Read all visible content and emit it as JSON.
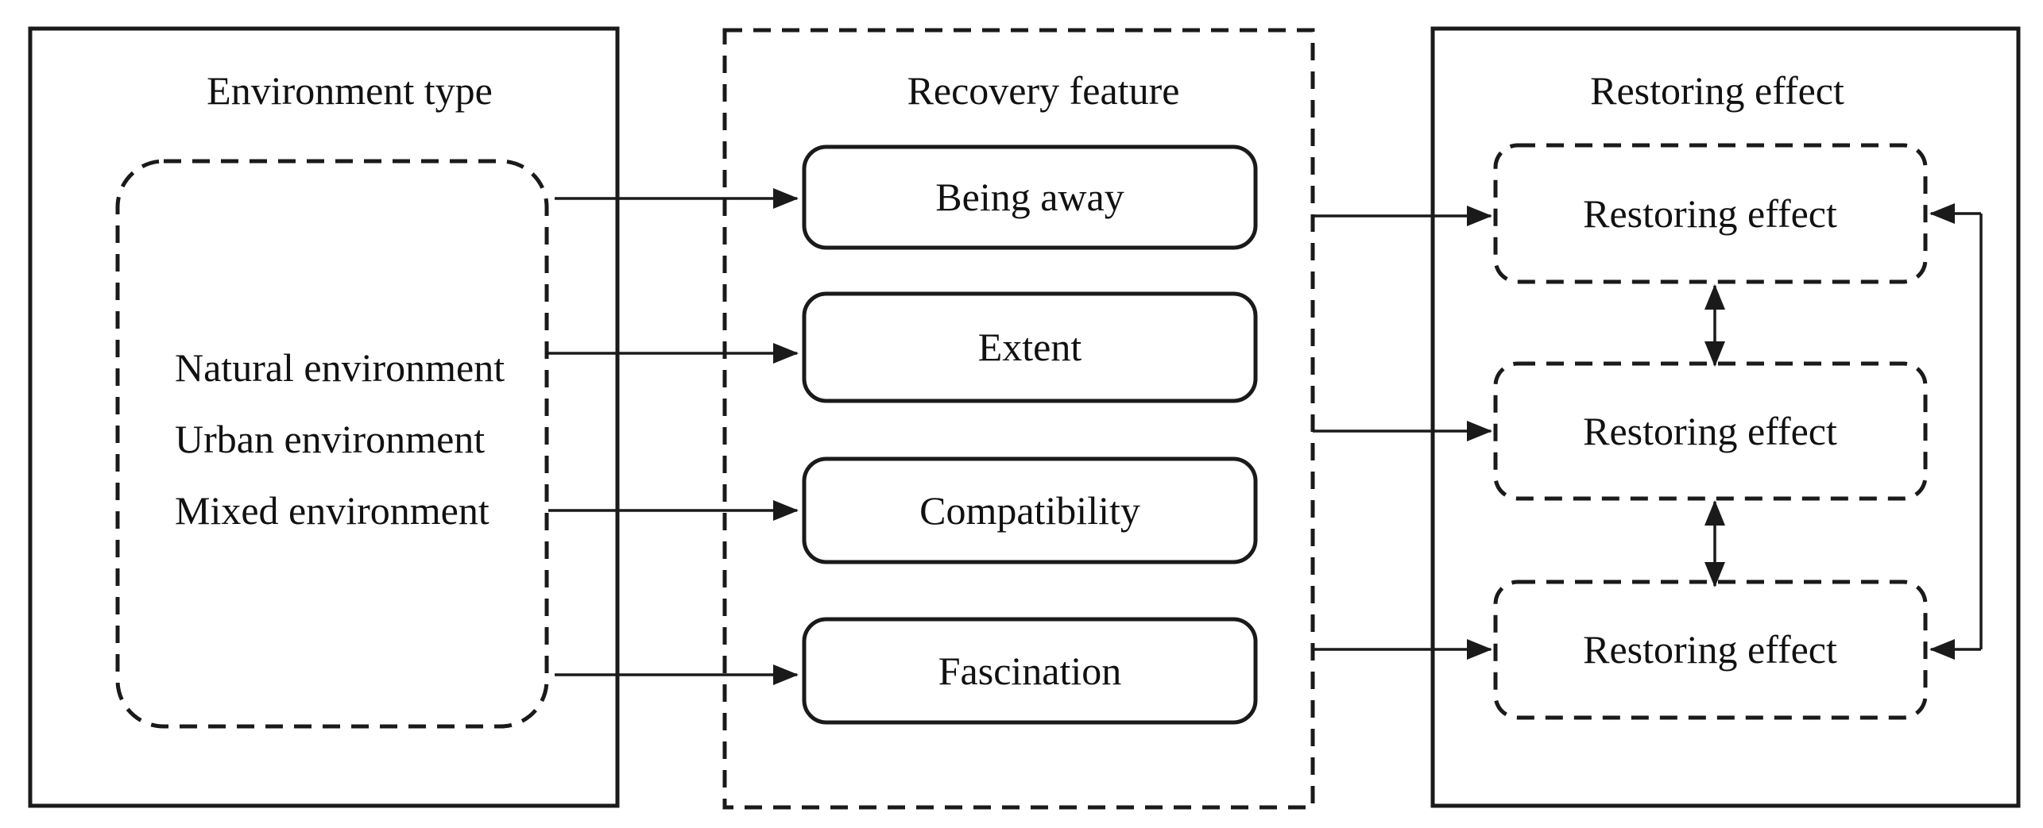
{
  "columns": {
    "environment": {
      "title": "Environment type",
      "items": [
        "Natural environment",
        "Urban environment",
        "Mixed environment"
      ]
    },
    "recovery": {
      "title": "Recovery feature",
      "features": [
        "Being away",
        "Extent",
        "Compatibility",
        "Fascination"
      ]
    },
    "restoring": {
      "title": "Restoring effect",
      "boxes": [
        "Restoring effect",
        "Restoring effect",
        "Restoring effect"
      ]
    }
  },
  "colors": {
    "line": "#1a1a1a",
    "background": "#ffffff"
  }
}
